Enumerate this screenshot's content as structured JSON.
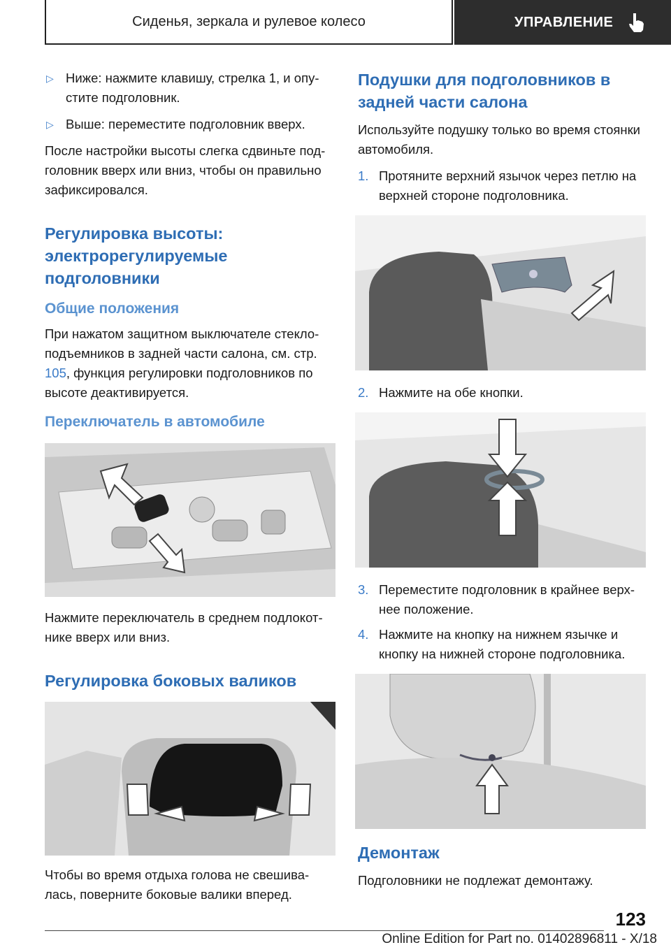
{
  "header": {
    "section": "Сиденья, зеркала и рулевое колесо",
    "chapter": "УПРАВЛЕНИЕ"
  },
  "left": {
    "bullet1": "Ниже: нажмите клавишу, стрелка 1, и опу-стите подголовник.",
    "bullet2": "Выше: переместите подголовник вверх.",
    "para1": "После настройки высоты слегка сдвиньте под-головник вверх или вниз, чтобы он правильно зафиксировался.",
    "h_height": "Регулировка высоты: электрорегулируемые подголовники",
    "h_general": "Общие положения",
    "general_pre": "При нажатом защитном выключателе стекло-подъемников в задней части салона, см. стр. ",
    "general_link": "105",
    "general_post": ", функция регулировки подголовников по высоте деактивируется.",
    "h_switch": "Переключатель в автомобиле",
    "switch_caption": "Нажмите переключатель в среднем подлокот-нике вверх или вниз.",
    "h_side": "Регулировка боковых валиков",
    "side_caption": "Чтобы во время отдыха голова не свешива-лась, поверните боковые валики вперед."
  },
  "right": {
    "h_cushion": "Подушки для подголовников в задней части салона",
    "intro": "Используйте подушку только во время стоянки автомобиля.",
    "steps": [
      {
        "num": "1.",
        "text": "Протяните верхний язычок через петлю на верхней стороне подголовника."
      },
      {
        "num": "2.",
        "text": "Нажмите на обе кнопки."
      },
      {
        "num": "3.",
        "text": "Переместите подголовник в крайнее верх-нее положение."
      },
      {
        "num": "4.",
        "text": "Нажмите на кнопку на нижнем язычке и кнопку на нижней стороне подголовника."
      }
    ],
    "h_remove": "Демонтаж",
    "remove_text": "Подголовники не подлежат демонтажу."
  },
  "footer": {
    "page": "123",
    "edition": "Online Edition for Part no. 01402896811 - X/18"
  }
}
